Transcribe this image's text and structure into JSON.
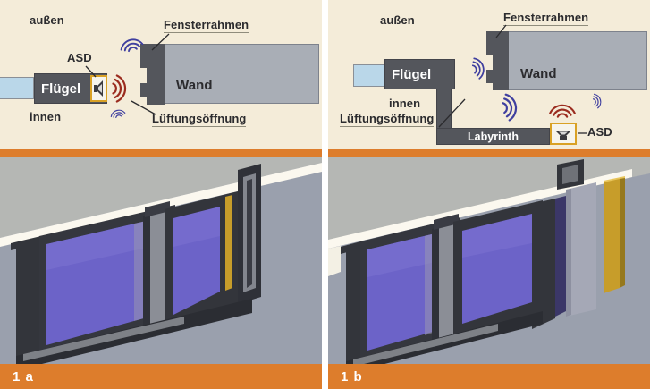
{
  "figure": {
    "description_labels_language": "de"
  },
  "panels": [
    {
      "caption": "1 a",
      "schematic": {
        "outside_label": "außen",
        "inside_label": "innen",
        "frame_label": "Fensterrahmen",
        "wall_label": "Wand",
        "sash_label": "Flügel",
        "asd_label": "ASD",
        "vent_label": "Lüftungsöffnung"
      }
    },
    {
      "caption": "1 b",
      "schematic": {
        "outside_label": "außen",
        "inside_label": "innen",
        "frame_label": "Fensterrahmen",
        "wall_label": "Wand",
        "sash_label": "Flügel",
        "asd_label": "ASD",
        "vent_label": "Lüftungsöffnung",
        "labyrinth_label": "Labyrinth"
      }
    }
  ],
  "icons": [
    "speaker-icon",
    "sound-waves-red",
    "sound-waves-blue"
  ],
  "colors": {
    "cream": "#f4ecd9",
    "orange": "#dd7d2c",
    "dark_gray": "#54565c",
    "wall_gray": "#a9aeb6",
    "glass_blue": "#bad7e9",
    "gold": "#d9a125",
    "wave_red": "#9b2c1f",
    "wave_blue": "#3f3f9f",
    "text": "#2b2b2e",
    "photo_wall": "#9aa0ad",
    "photo_upper": "#b5b7b4",
    "photo_white": "#fbf8ef",
    "photo_glass": "#6c63c8",
    "photo_frame": "#33353b",
    "photo_gold": "#c79d2a"
  }
}
